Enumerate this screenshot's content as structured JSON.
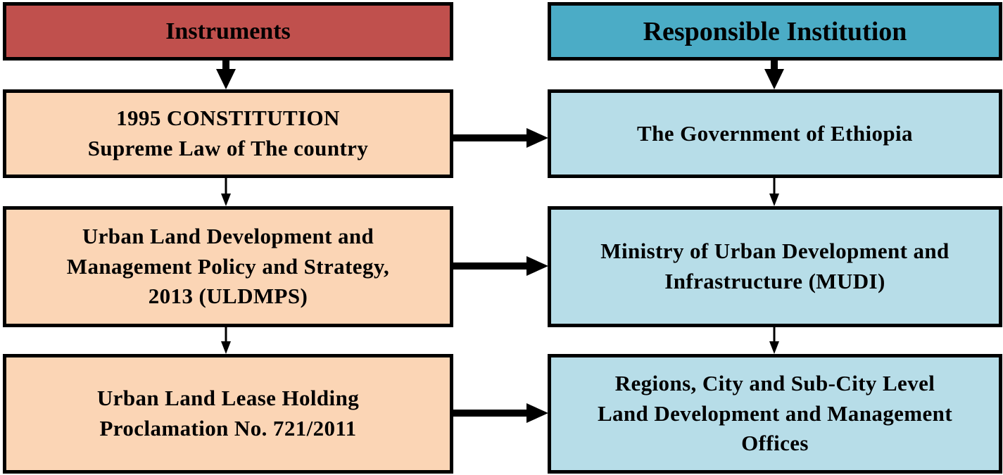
{
  "diagram": {
    "columns": [
      {
        "header": "Instruments",
        "header_color": "#c0504d",
        "box_color": "#fbd5b5",
        "items": [
          "1995 CONSTITUTION\nSupreme Law of The country",
          "Urban Land Development and\nManagement Policy and Strategy,\n2013 (ULDMPS)",
          "Urban Land Lease Holding\nProclamation No. 721/2011"
        ]
      },
      {
        "header": "Responsible Institution",
        "header_color": "#4bacc6",
        "box_color": "#b7dde8",
        "items": [
          "The Government of Ethiopia",
          "Ministry of Urban Development and\nInfrastructure (MUDI)",
          "Regions, City and Sub-City Level\nLand Development and Management\nOffices"
        ]
      }
    ],
    "connections": [
      {
        "from": "Instruments",
        "to": "1995 CONSTITUTION",
        "type": "thick-down"
      },
      {
        "from": "Responsible Institution",
        "to": "The Government of Ethiopia",
        "type": "thick-down"
      },
      {
        "from": "1995 CONSTITUTION",
        "to": "Urban Land Development and Management Policy and Strategy",
        "type": "thin-down"
      },
      {
        "from": "Urban Land Development and Management Policy and Strategy",
        "to": "Urban Land Lease Holding Proclamation",
        "type": "thin-down"
      },
      {
        "from": "The Government of Ethiopia",
        "to": "Ministry of Urban Development and Infrastructure",
        "type": "thin-down"
      },
      {
        "from": "Ministry of Urban Development and Infrastructure",
        "to": "Regions, City and Sub-City Level Offices",
        "type": "thin-down"
      },
      {
        "from": "1995 CONSTITUTION",
        "to": "The Government of Ethiopia",
        "type": "thick-right"
      },
      {
        "from": "Urban Land Development and Management Policy and Strategy",
        "to": "Ministry of Urban Development and Infrastructure",
        "type": "thick-right"
      },
      {
        "from": "Urban Land Lease Holding Proclamation",
        "to": "Regions, City and Sub-City Level Offices",
        "type": "thick-right"
      }
    ]
  }
}
